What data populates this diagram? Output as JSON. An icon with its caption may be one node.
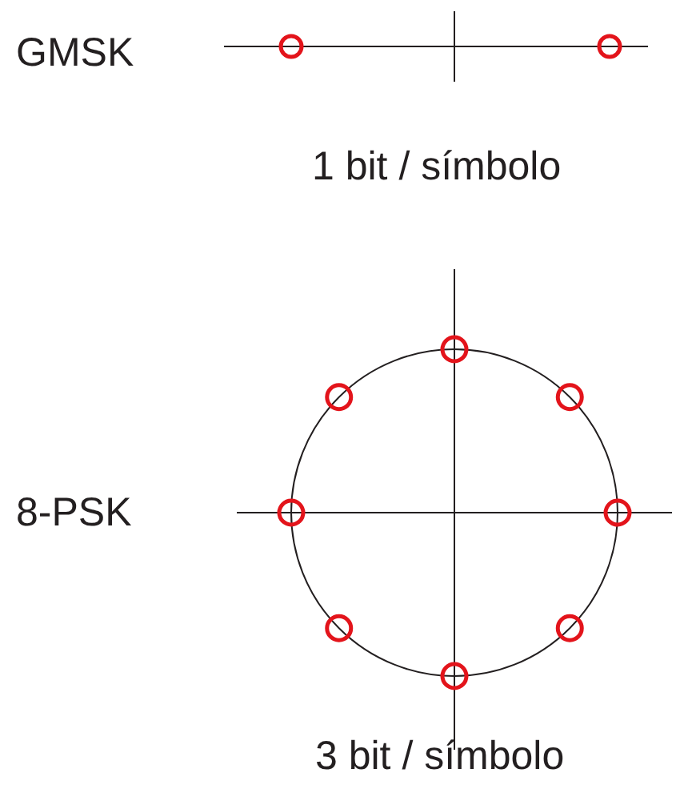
{
  "diagram": {
    "labels": [
      "GMSK",
      "1 bit / símbolo",
      "8-PSK",
      "3 bit / símbolo"
    ]
  }
}
